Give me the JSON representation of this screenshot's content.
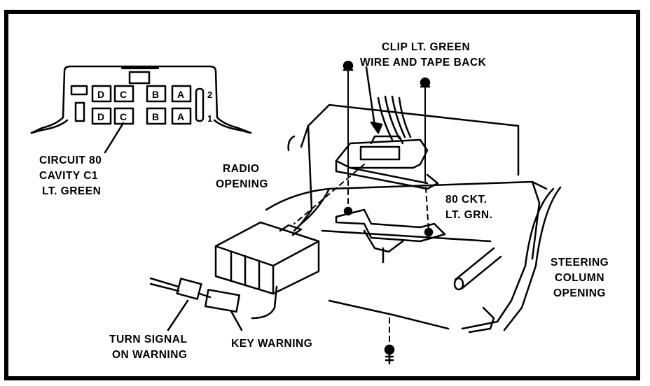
{
  "labels": {
    "clip": [
      "CLIP LT. GREEN",
      "WIRE AND TAPE BACK"
    ],
    "circuit": [
      "CIRCUIT 80",
      "CAVITY C1",
      "LT. GREEN"
    ],
    "radio": [
      "RADIO",
      "OPENING"
    ],
    "ckt": [
      "80 CKT.",
      "LT. GRN."
    ],
    "steering": [
      "STEERING",
      "COLUMN",
      "OPENING"
    ],
    "turn": [
      "TURN SIGNAL",
      "ON WARNING"
    ],
    "key": "KEY WARNING"
  },
  "connector": {
    "row2_pins": [
      "D",
      "C",
      "B",
      "A"
    ],
    "row1_pins": [
      "D",
      "C",
      "B",
      "A"
    ],
    "row2_number": "2",
    "row1_number": "1"
  }
}
